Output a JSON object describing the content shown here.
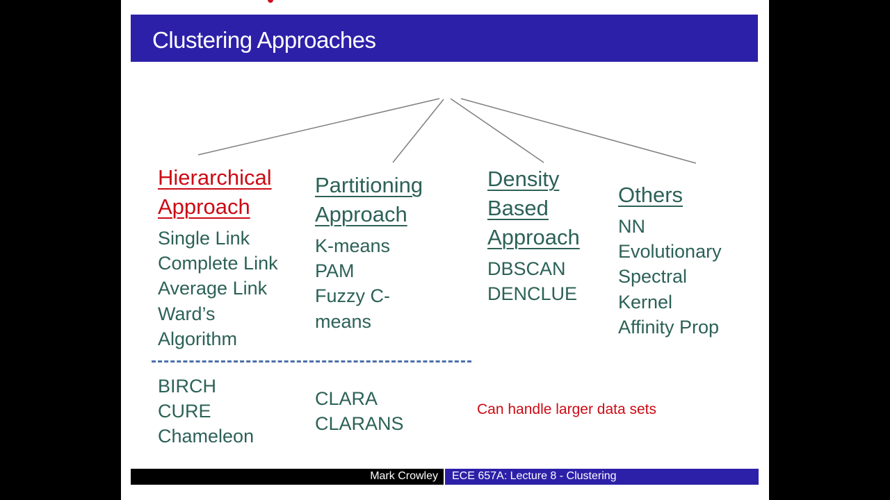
{
  "slide": {
    "title": "Clustering Approaches",
    "columns": [
      {
        "heading": [
          "Hierarchical",
          "Approach"
        ],
        "items": [
          "Single Link",
          "Complete Link",
          "Average Link",
          "Ward’s",
          "Algorithm"
        ],
        "large_items": [
          "BIRCH",
          "CURE",
          "Chameleon"
        ]
      },
      {
        "heading": [
          "Partitioning",
          "Approach"
        ],
        "items": [
          "K-means",
          "PAM",
          "Fuzzy C-",
          "means"
        ],
        "large_items": [
          "CLARA",
          "CLARANS"
        ]
      },
      {
        "heading": [
          "Density",
          "Based",
          "Approach"
        ],
        "items": [
          "DBSCAN",
          "DENCLUE"
        ]
      },
      {
        "heading": [
          "Others"
        ],
        "items": [
          "NN",
          "Evolutionary",
          "Spectral",
          "Kernel",
          "Affinity Prop"
        ]
      }
    ],
    "note": "Can handle larger data sets",
    "footer": {
      "author": "Mark Crowley",
      "course": "ECE 657A: Lecture 8 - Clustering"
    },
    "colors": {
      "title_bar": "#2d20a8",
      "highlight_heading": "#cc0a14",
      "heading": "#2c6156",
      "note": "#cc0a14",
      "divider": "#4a6fa8"
    }
  }
}
